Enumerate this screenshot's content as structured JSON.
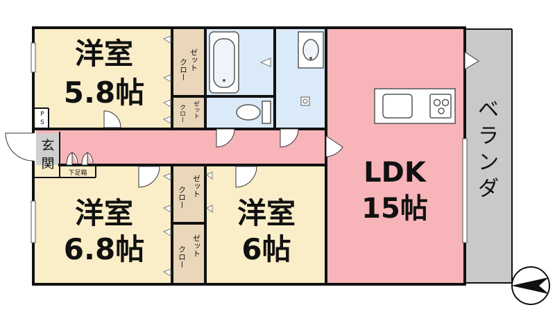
{
  "colors": {
    "room_yellow": "#faeec8",
    "ldk_pink": "#f7b5b9",
    "hall_pink": "#f7b5b9",
    "wet_blue": "#dbeaf8",
    "closet_tan": "#ead7b9",
    "veranda_grey": "#c9c9c9",
    "genkan_grey": "#cfcfcf",
    "wall": "#111111"
  },
  "rooms": {
    "western1": {
      "type": "洋室",
      "size": "5.8帖"
    },
    "western2": {
      "type": "洋室",
      "size": "6.8帖"
    },
    "western3": {
      "type": "洋室",
      "size": "6帖"
    },
    "ldk": {
      "type": "LDK",
      "size": "15帖"
    }
  },
  "labels": {
    "closet": [
      "ゼット",
      "クロー"
    ],
    "ps": [
      "P",
      "S"
    ],
    "genkan": [
      "玄",
      "関"
    ],
    "shoebox": "下足箱",
    "veranda": [
      "ベ",
      "ラ",
      "ン",
      "ダ"
    ]
  },
  "icons": {
    "compass": "north-arrow-icon",
    "bath": "bathtub-icon",
    "toilet": "toilet-icon",
    "sink": "washbasin-icon",
    "stove": "stove-icon"
  }
}
